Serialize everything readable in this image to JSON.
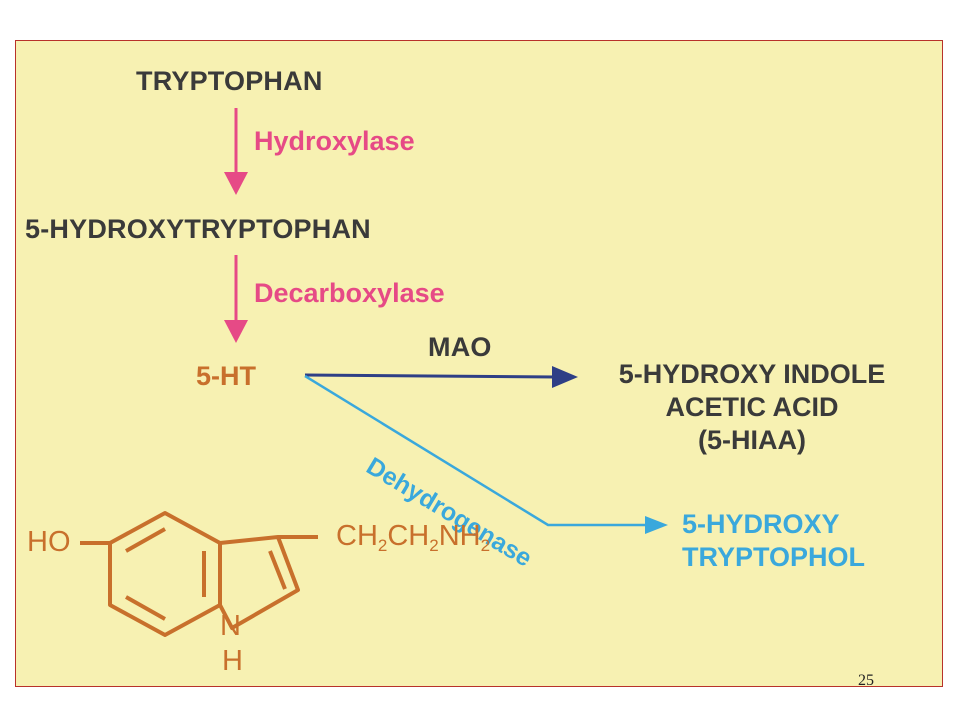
{
  "pathway": {
    "tryptophan": "TRYPTOPHAN",
    "hydroxylase": "Hydroxylase",
    "hydroxytryptophan": "5-HYDROXYTRYPTOPHAN",
    "decarboxylase": "Decarboxylase",
    "serotonin": "5-HT",
    "mao": "MAO",
    "hiaa": {
      "line1": "5-HYDROXY INDOLE",
      "line2": "ACETIC ACID",
      "line3": "(5-HIAA)"
    },
    "dehydrogenase": "Dehydrogenase",
    "tryptophol": {
      "line1": "5-HYDROXY",
      "line2": "TRYPTOPHOL"
    }
  },
  "structure": {
    "ho": "HO",
    "ch_a": "CH",
    "sub_a": "2",
    "ch_b": "CH",
    "sub_b": "2",
    "nh": "NH",
    "sub_c": "2",
    "ring_n": "N",
    "ring_h": "H"
  },
  "colors": {
    "background": "#f7f1b2",
    "compound_text": "#3a3a3a",
    "enzyme_pink": "#e64a86",
    "enzyme_blue": "#3aa8dc",
    "mao_arrow": "#2e3f86",
    "structure_brown": "#c8702c"
  },
  "slide": {
    "number": "25"
  }
}
